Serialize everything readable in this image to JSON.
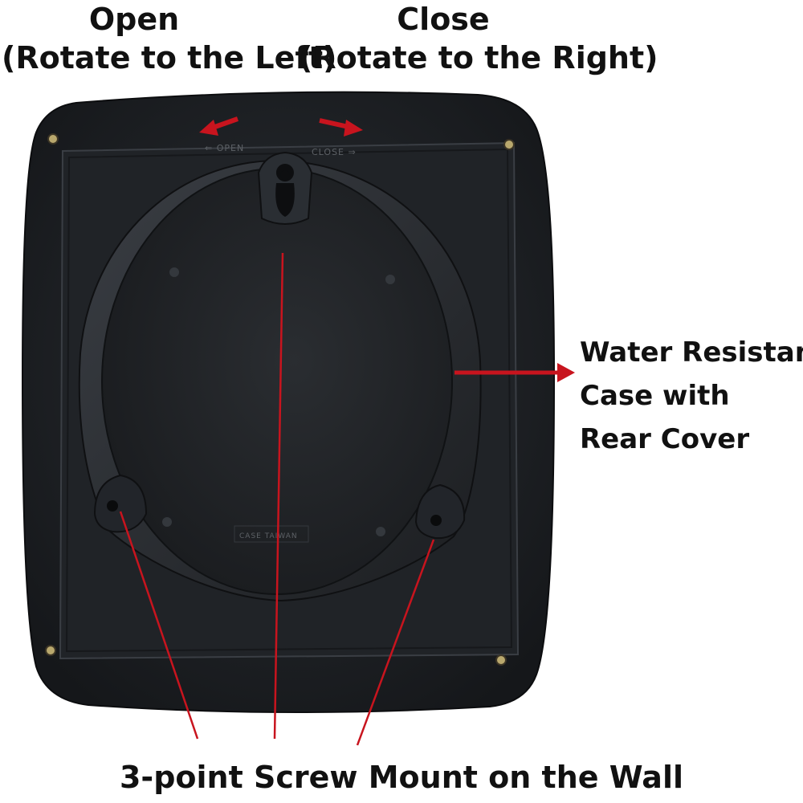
{
  "labels": {
    "open_title": "Open",
    "open_sub": "(Rotate to the Left)",
    "close_title": "Close",
    "close_sub": "(Rotate to the Right)",
    "case_line1": "Water Resistant",
    "case_line2": "Case with",
    "case_line3": "Rear Cover",
    "mount": "3-point Screw Mount on the Wall"
  },
  "embossed": {
    "open": "⇐ OPEN",
    "close": "CLOSE ⇒",
    "maker": "CASE TAIWAN"
  },
  "colors": {
    "arrow": "#c8141e",
    "case": "#1f2226",
    "text": "#111111"
  }
}
